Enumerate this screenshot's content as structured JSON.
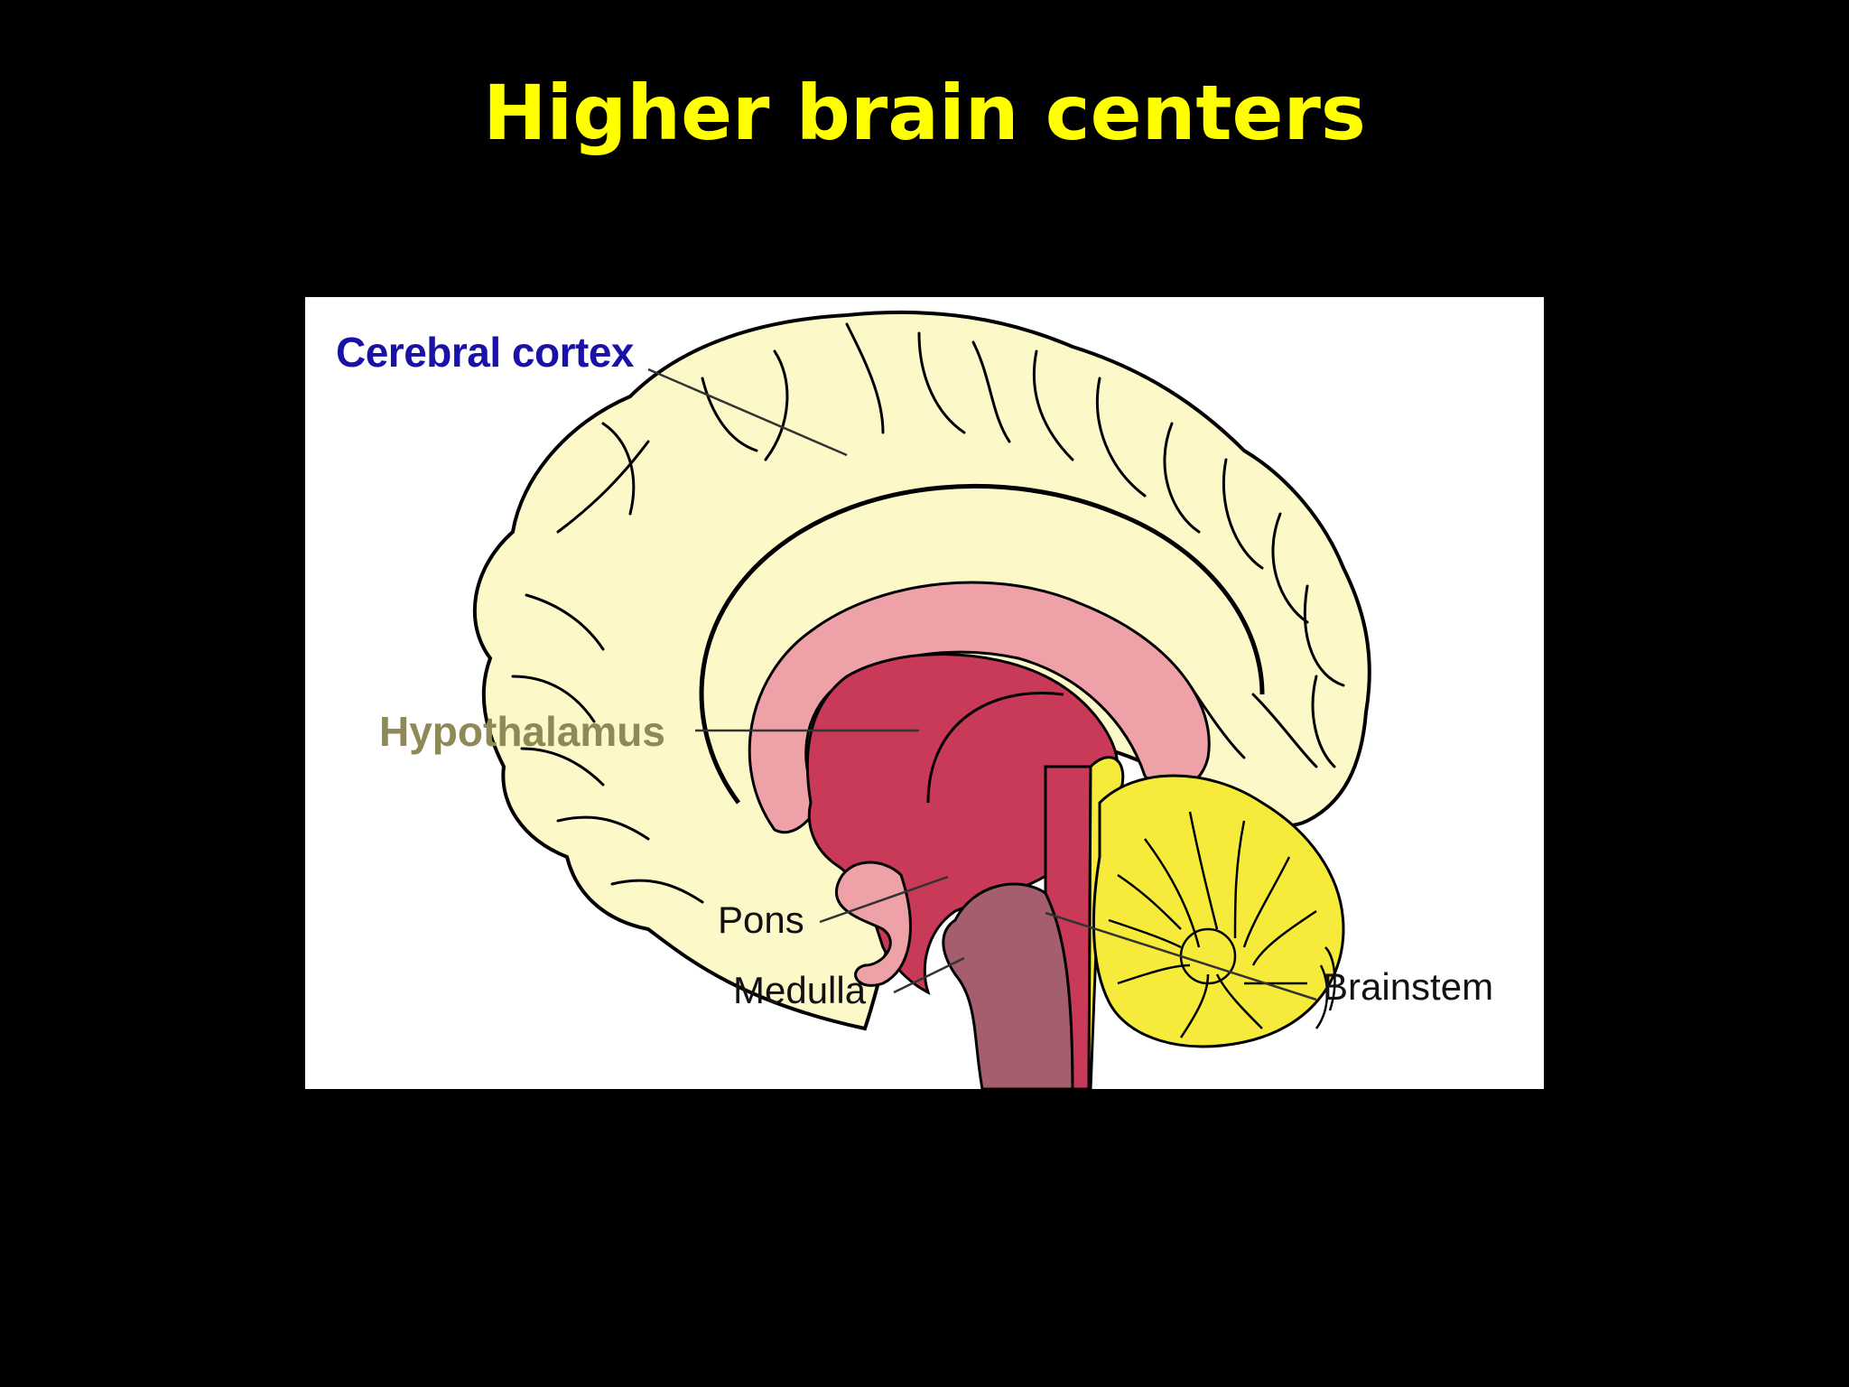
{
  "slide": {
    "title": "Higher brain centers"
  },
  "diagram": {
    "labels": {
      "cerebral_cortex": "Cerebral cortex",
      "hypothalamus": "Hypothalamus",
      "pons": "Pons",
      "medulla": "Medulla",
      "brainstem": "Brainstem"
    },
    "colors": {
      "background": "#000000",
      "title": "#ffff00",
      "cerebral_cortex_label": "#1a12a6",
      "hypothalamus_label": "#8f8a55",
      "cortex_fill": "#fdf8c8",
      "corpus_pink": "#eea2a8",
      "diencephalon_red": "#c83a58",
      "brainstem_mauve": "#a45e6e",
      "cerebellum_yellow": "#f6ea3a"
    }
  }
}
